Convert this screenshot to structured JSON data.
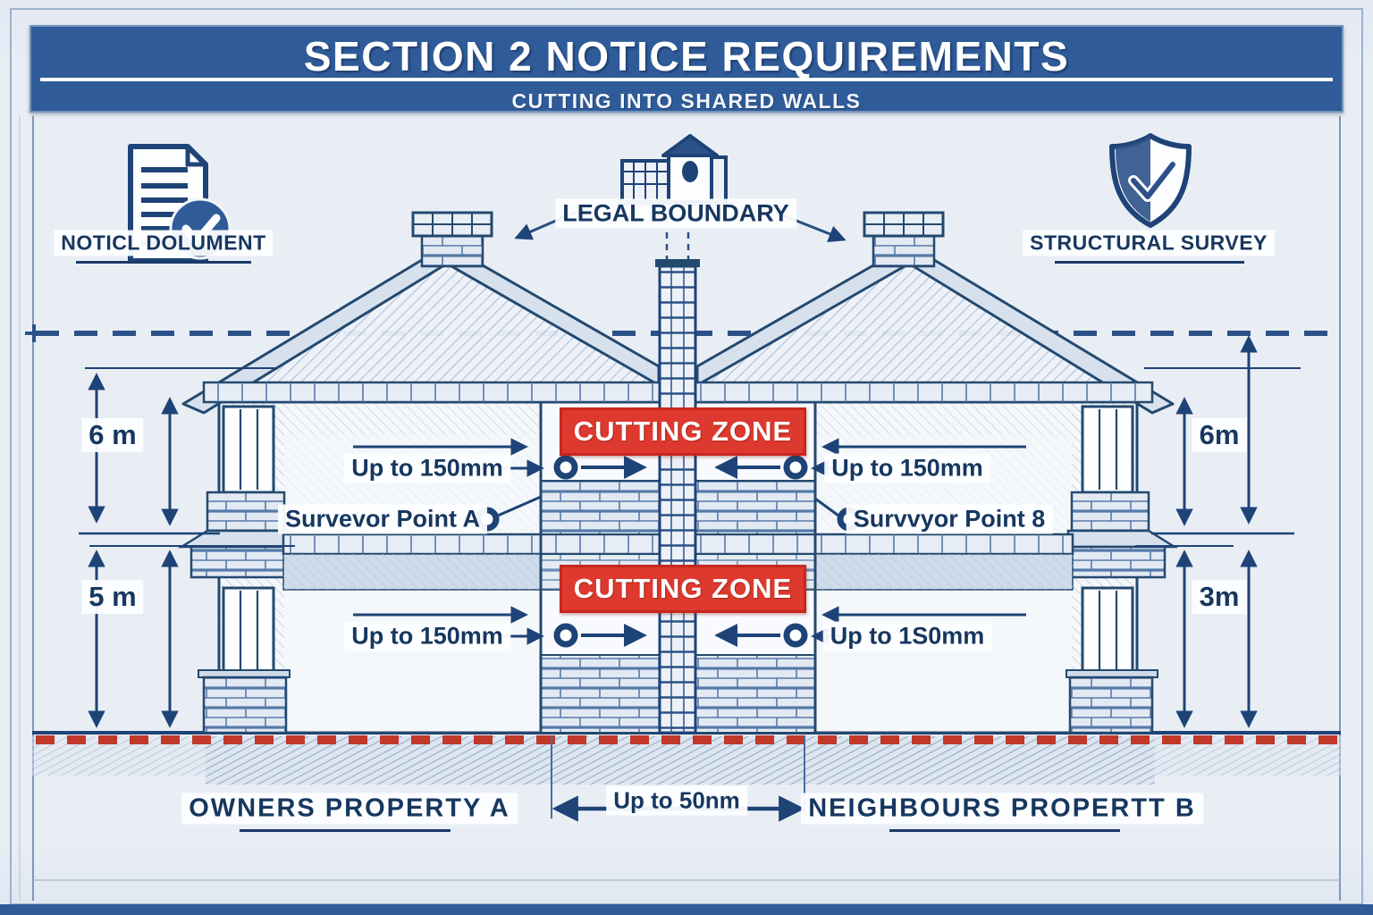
{
  "header": {
    "title": "SECTION 2 NOTICE REQUIREMENTS",
    "subtitle": "CUTTING INTO SHARED WALLS"
  },
  "legend": {
    "notice_document": "NOTICL DOLUMENT",
    "legal_boundary": "LEGAL BOUNDARY",
    "structural_survey": "STRUCTURAL SURVEY"
  },
  "zones": {
    "upper": "CUTTING ZONE",
    "lower": "CUTTING ZONE"
  },
  "depth_labels": {
    "upper_left": "Up to 150mm",
    "upper_right": "Up to 150mm",
    "lower_left": "Up to 150mm",
    "lower_right": "Up to 1S0mm"
  },
  "survey_points": {
    "a": "Survevor Point A",
    "b": "Survvyor Point 8"
  },
  "dimensions": {
    "left_upper": "6 m",
    "left_lower": "5 m",
    "right_upper": "6m",
    "right_lower": "3m",
    "wall_width": "Up to 50nm"
  },
  "footer": {
    "property_a": "OWNERS PROPERTY A",
    "property_b": "NEIGHBOURS PROPERTT B"
  },
  "colors": {
    "header_blue": "#2f5c99",
    "line_navy": "#24496f",
    "text_navy": "#16375f",
    "zone_red": "#dd392e",
    "ground_red": "#c0392b",
    "background": "#e9eef5"
  }
}
